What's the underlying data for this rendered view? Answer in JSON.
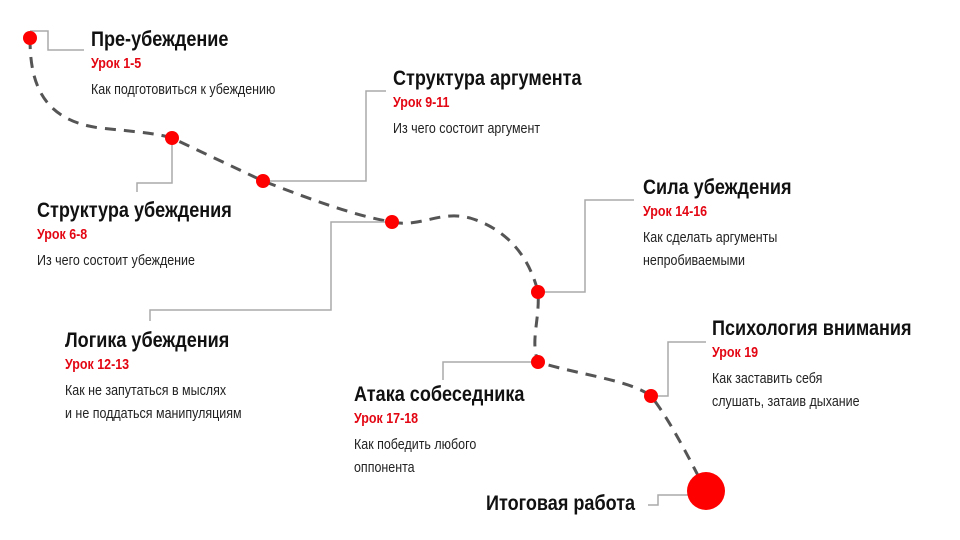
{
  "colors": {
    "accent": "#ff0000",
    "path": "#555555",
    "connector": "#aaaaaa"
  },
  "steps": [
    {
      "title": "Пре-убеждение",
      "lesson": "Урок 1-5",
      "desc": [
        "Как подготовиться к убеждению"
      ]
    },
    {
      "title": "Структура убеждения",
      "lesson": "Урок 6-8",
      "desc": [
        "Из чего состоит убеждение"
      ]
    },
    {
      "title": "Структура аргумента",
      "lesson": "Урок 9-11",
      "desc": [
        "Из чего состоит аргумент"
      ]
    },
    {
      "title": "Логика убеждения",
      "lesson": "Урок 12-13",
      "desc": [
        "Как не запутаться в мыслях",
        "и не поддаться манипуляциям"
      ]
    },
    {
      "title": "Сила убеждения",
      "lesson": "Урок 14-16",
      "desc": [
        "Как сделать аргументы",
        "непробиваемыми"
      ]
    },
    {
      "title": "Атака собеседника",
      "lesson": "Урок 17-18",
      "desc": [
        "Как победить любого",
        "оппонента"
      ]
    },
    {
      "title": "Психология внимания",
      "lesson": "Урок 19",
      "desc": [
        "Как заставить себя",
        "слушать, затаив дыхание"
      ]
    }
  ],
  "final": {
    "title": "Итоговая работа"
  }
}
